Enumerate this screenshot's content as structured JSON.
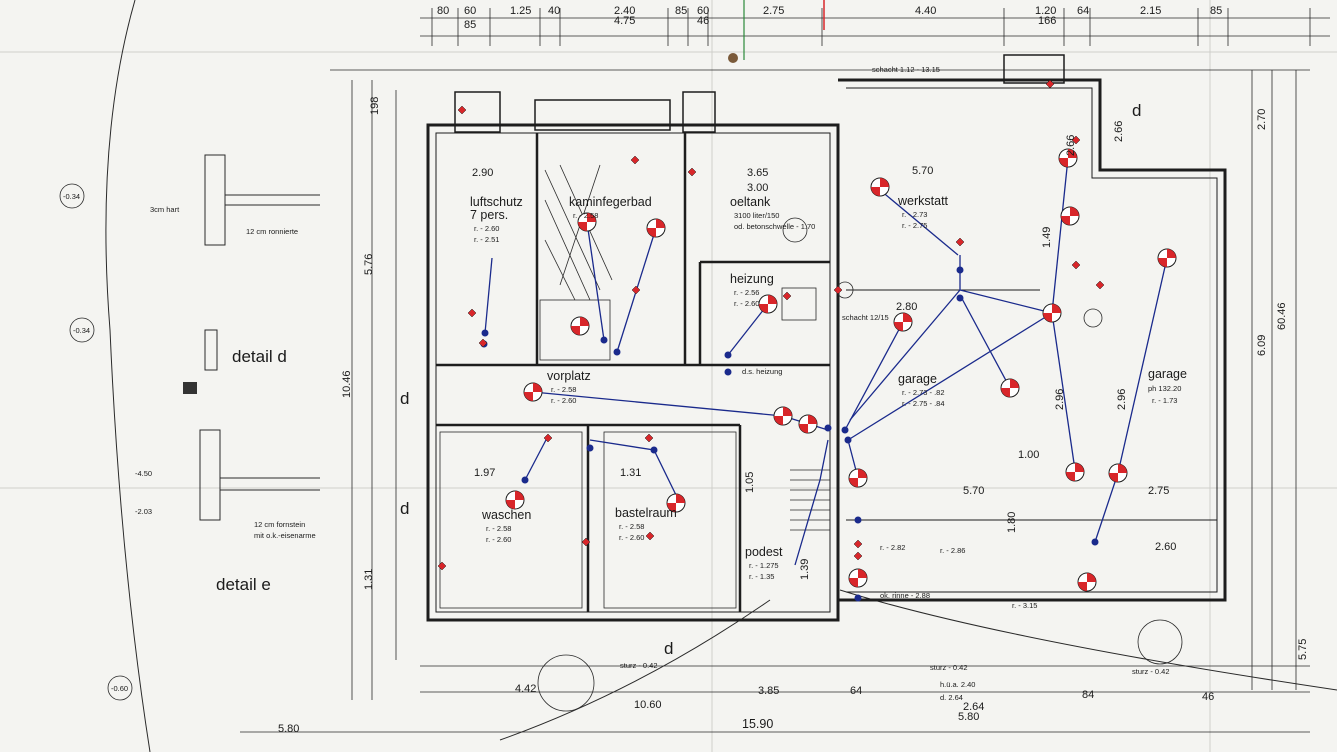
{
  "top_dims": [
    "80",
    "60",
    "1.25",
    "40",
    "2.40",
    "85",
    "60",
    "2.75",
    "4.40",
    "1.20",
    "64",
    "2.15",
    "85",
    "85",
    "4.75",
    "46",
    "166"
  ],
  "bottom_dims": [
    "5.80",
    "4.42",
    "3.85",
    "64",
    "15.90",
    "84",
    "46",
    "2.64"
  ],
  "left_dims": [
    "198",
    "5.76",
    "10.46",
    "1.31",
    "-0.34",
    "-0.34",
    "-0.60"
  ],
  "right_dims": [
    "2.70",
    "60.46",
    "6.09",
    "5.75"
  ],
  "detail_labels": [
    "detail d",
    "detail e"
  ],
  "detail_notes": [
    "3cm hart",
    "12 cm ronnierte",
    "12 cm fornstein",
    "mit o.k.-eisenarme",
    "-4.50",
    "-2.03"
  ],
  "section_markers": [
    "d",
    "d",
    "d",
    "d"
  ],
  "rooms": [
    {
      "name": "luftschutz",
      "sub": "7 pers.",
      "l1": "r. - 2.60",
      "l2": "r. - 2.51"
    },
    {
      "name": "kaminfegerbad",
      "sub": "",
      "l1": "r. - 2.58",
      "l2": ""
    },
    {
      "name": "oeltank",
      "sub": "",
      "l1": "3100 liter/150",
      "l2": "od. betonschwelle - 1.70"
    },
    {
      "name": "heizung",
      "sub": "",
      "l1": "r. - 2.56",
      "l2": "r. - 2.60"
    },
    {
      "name": "werkstatt",
      "sub": "",
      "l1": "r. - 2.73",
      "l2": "r. - 2.75"
    },
    {
      "name": "vorplatz",
      "sub": "",
      "l1": "r. - 2.58",
      "l2": "r. - 2.60"
    },
    {
      "name": "garage",
      "sub": "",
      "l1": "r. - 2.73 - .82",
      "l2": "r. - 2.75 - .84"
    },
    {
      "name": "garage",
      "sub": "ph 132.20",
      "l1": "r. - 1.73",
      "l2": ""
    },
    {
      "name": "waschen",
      "sub": "",
      "l1": "r. - 2.58",
      "l2": "r. - 2.60"
    },
    {
      "name": "bastelraum",
      "sub": "",
      "l1": "r. - 2.58",
      "l2": "r. - 2.60"
    },
    {
      "name": "podest",
      "sub": "",
      "l1": "r. - 1.275",
      "l2": "r. - 1.35"
    }
  ],
  "plan_notes": [
    "schacht 1.12 - 13.15",
    "schacht 12/15",
    "d.s. heizung",
    "r. - 2.82",
    "r. - 2.86",
    "r. - 3.15",
    "ok. rinne - 2.88",
    "sturz - 0.42",
    "sturz - 0.42",
    "sturz - 0.42",
    "h.ü.a. 2.40",
    "d. 2.64",
    "5.80",
    "10.60",
    "3.65",
    "3.00",
    "2.90",
    "5.70",
    "2.80",
    "5.70",
    "2.75",
    "2.60",
    "1.97",
    "1.31",
    "1.05",
    "2.96",
    "2.96",
    "2.66",
    "2.66",
    "1.49",
    "1.80",
    "1.39",
    "1.00"
  ],
  "colors": {
    "paper": "#f4f4f1",
    "line": "#1d1d1d",
    "marker_red": "#d8262a",
    "route_blue": "#1a2a8c"
  }
}
